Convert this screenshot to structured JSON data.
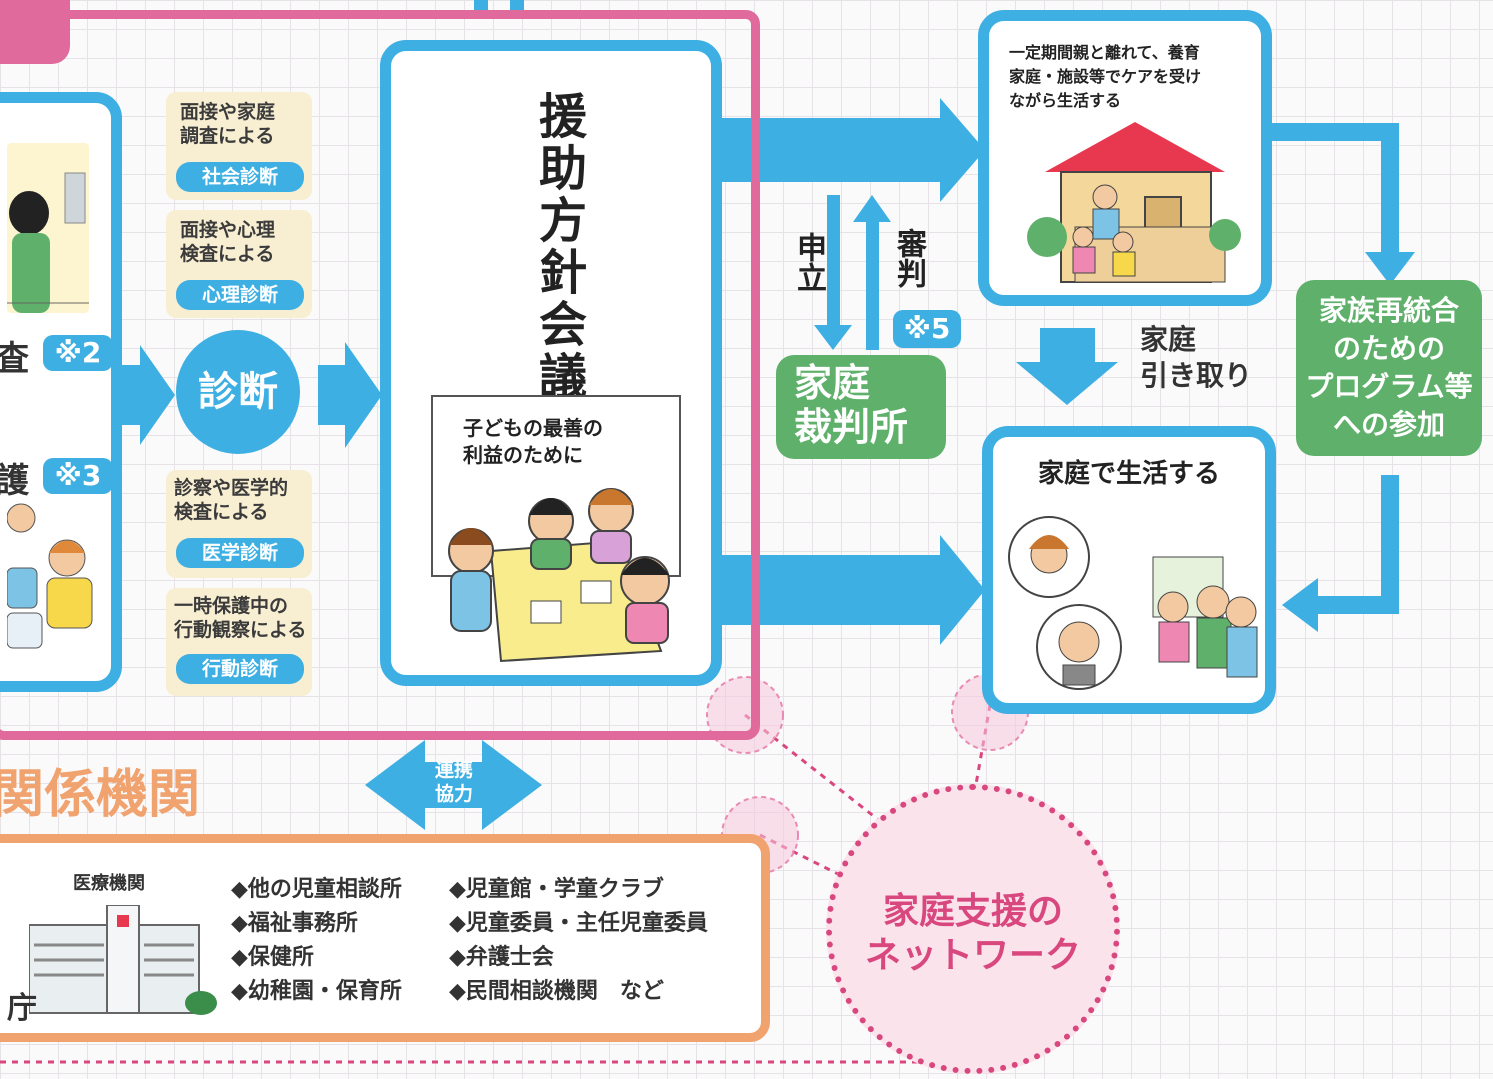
{
  "colors": {
    "blue": "#3dafe2",
    "pink": "#e06a9c",
    "green": "#5fb06a",
    "orange": "#f0a36e",
    "cream": "#f8efd3"
  },
  "left": {
    "label_top": "査",
    "note_top": "※2",
    "label_bottom": "護",
    "note_bottom": "※3"
  },
  "diagnostics": [
    {
      "text": "面接や家庭\n調査による",
      "pill": "社会診断"
    },
    {
      "text": "面接や心理\n検査による",
      "pill": "心理診断"
    },
    {
      "text": "診察や医学的\n検査による",
      "pill": "医学診断"
    },
    {
      "text": "一時保護中の\n行動観察による",
      "pill": "行動診断"
    }
  ],
  "diagnosis_label": "診断",
  "meeting": {
    "title": "援助方針会議",
    "card_text": "子どもの最善の\n利益のために"
  },
  "court": {
    "petition": "申立",
    "ruling": "審判",
    "note": "※5",
    "label": "家庭\n裁判所"
  },
  "foster": {
    "text": "一定期間親と離れて、養育\n家庭・施設等でケアを受け\nながら生活する"
  },
  "home_return": "家庭\n引き取り",
  "home": {
    "title": "家庭で生活する"
  },
  "reunification": "家族再統合\nのための\nプログラム等\nへの参加",
  "cooperation": "連携\n協力",
  "related_orgs": {
    "title": "関係機関",
    "medical_label": "医療機関",
    "column1": [
      "◆他の児童相談所",
      "◆福祉事務所",
      "◆保健所",
      "◆幼稚園・保育所"
    ],
    "column2": [
      "◆児童館・学童クラブ",
      "◆児童委員・主任児童委員",
      "◆弁護士会",
      "◆民間相談機関　など"
    ],
    "cut_char": "庁"
  },
  "network": "家庭支援の\nネットワーク"
}
